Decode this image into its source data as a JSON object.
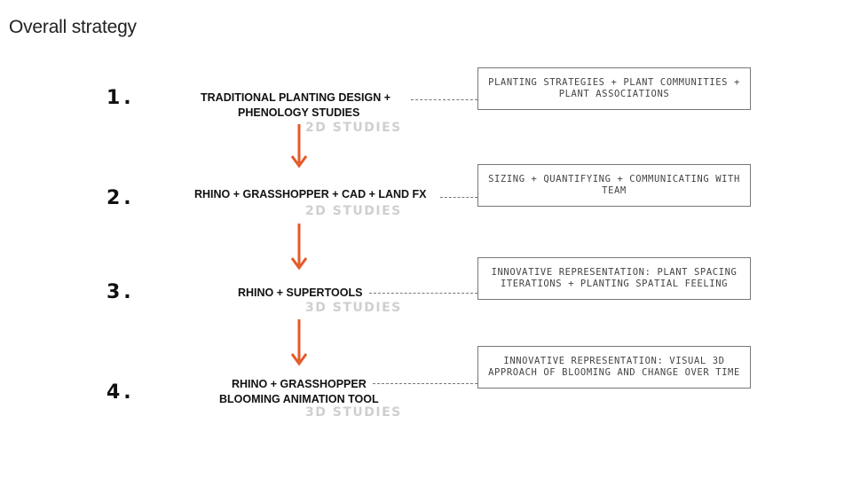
{
  "title": "Overall strategy",
  "steps": [
    {
      "number": "1.",
      "label_lines": [
        "TRADITIONAL PLANTING DESIGN +",
        "PHENOLOGY STUDIES"
      ],
      "studies": "2D STUDIES",
      "box_text": "PLANTING STRATEGIES + PLANT COMMUNITIES + PLANT ASSOCIATIONS"
    },
    {
      "number": "2.",
      "label_lines": [
        "RHINO + GRASSHOPPER + CAD + LAND FX"
      ],
      "studies": "2D STUDIES",
      "box_text": "SIZING + QUANTIFYING + COMMUNICATING WITH TEAM"
    },
    {
      "number": "3.",
      "label_lines": [
        "RHINO + SUPERTOOLS"
      ],
      "studies": "3D STUDIES",
      "box_text": "INNOVATIVE REPRESENTATION: PLANT SPACING ITERATIONS + PLANTING SPATIAL FEELING"
    },
    {
      "number": "4.",
      "label_lines": [
        "RHINO + GRASSHOPPER",
        "BLOOMING ANIMATION TOOL"
      ],
      "studies": "3D STUDIES",
      "box_text": "INNOVATIVE REPRESENTATION: VISUAL 3D APPROACH OF BLOOMING AND CHANGE OVER TIME"
    }
  ],
  "colors": {
    "arrow": "#e35a2a",
    "studies_text": "#cfcfcf",
    "box_border": "#777777"
  }
}
